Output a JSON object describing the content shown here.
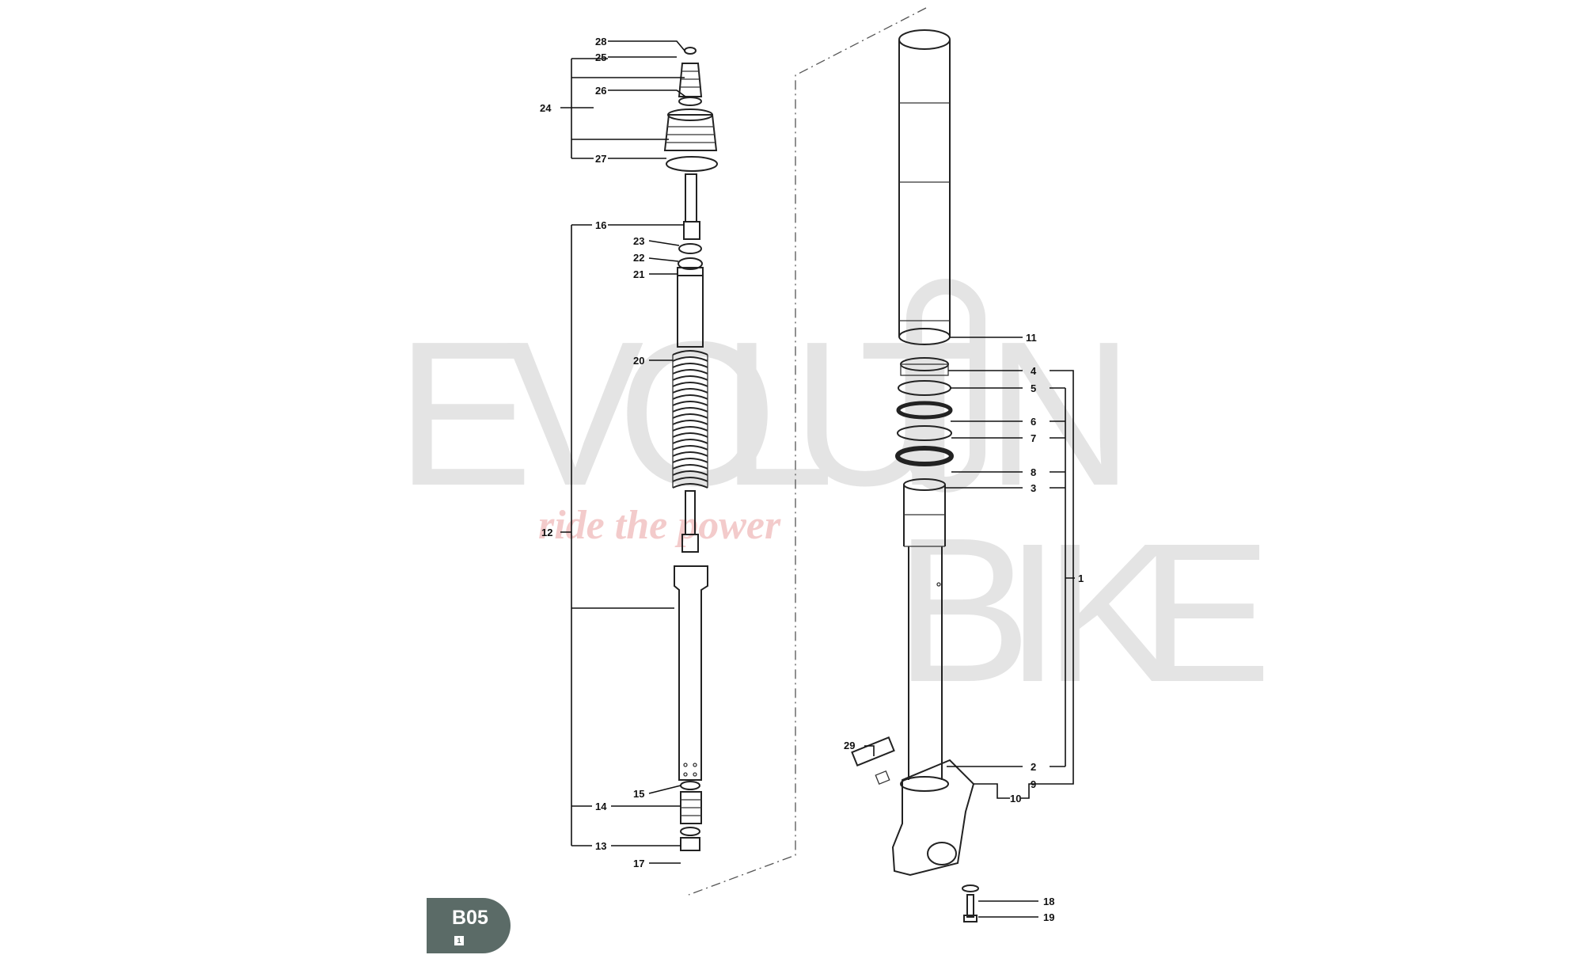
{
  "watermark": {
    "letters": [
      "E",
      "V",
      "O",
      "L",
      "U",
      "T",
      "I",
      "O",
      "N",
      "B",
      "I",
      "K",
      "E"
    ],
    "tagline": "ride the power"
  },
  "badge": {
    "code": "B05",
    "sub": "1"
  },
  "callouts": [
    "28",
    "25",
    "24",
    "26",
    "27",
    "16",
    "23",
    "22",
    "21",
    "20",
    "12",
    "15",
    "14",
    "13",
    "17",
    "11",
    "4",
    "5",
    "6",
    "7",
    "8",
    "3",
    "1",
    "29",
    "2",
    "9",
    "10",
    "18",
    "19"
  ]
}
